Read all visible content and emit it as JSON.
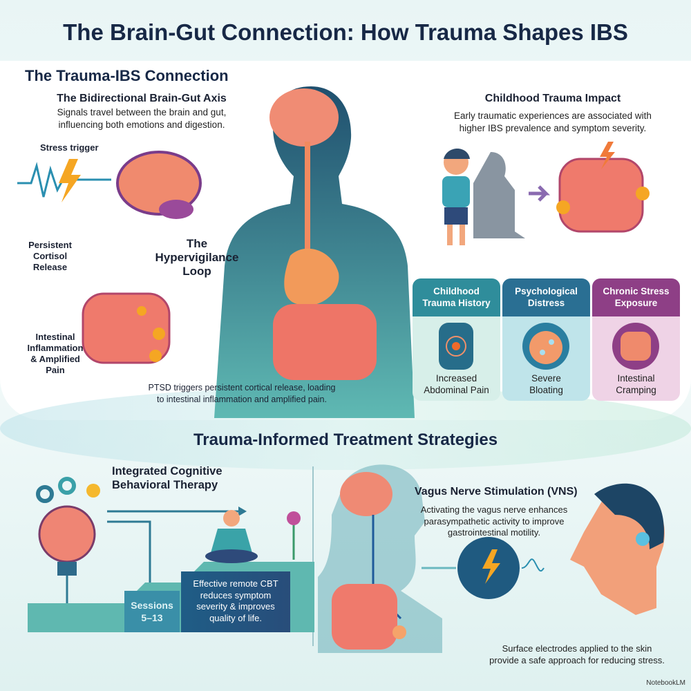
{
  "title": "The Brain-Gut Connection: How Trauma Shapes IBS",
  "connection": {
    "heading": "The Trauma-IBS Connection",
    "axis": {
      "title": "The Bidirectional Brain-Gut Axis",
      "desc": [
        "Signals travel between the brain and gut,",
        "influencing both emotions and digestion."
      ]
    },
    "stress_trigger": "Stress trigger",
    "cortisol": [
      "Persistent",
      "Cortisol",
      "Release"
    ],
    "loop": [
      "The",
      "Hypervigilance",
      "Loop"
    ],
    "inflammation": [
      "Intestinal",
      "Inflammation",
      "& Amplified",
      "Pain"
    ],
    "caption": [
      "PTSD triggers persistent cortical release, loading",
      "to intestinal inflammation and amplified pain."
    ]
  },
  "childhood": {
    "title": "Childhood Trauma Impact",
    "desc": [
      "Early traumatic experiences are associated with",
      "higher IBS prevalence and symptom severity."
    ],
    "cards": [
      {
        "header": [
          "Childhood",
          "Trauma History"
        ],
        "footer": [
          "Increased",
          "Abdominal Pain"
        ],
        "color": "#2f8d9b"
      },
      {
        "header": [
          "Psychological",
          "Distress"
        ],
        "footer": [
          "Severe",
          "Bloating"
        ],
        "color": "#2a6f93"
      },
      {
        "header": [
          "Chronic Stress",
          "Exposure"
        ],
        "footer": [
          "Intestinal",
          "Cramping"
        ],
        "color": "#8e3f86"
      }
    ]
  },
  "treatment": {
    "heading": "Trauma-Informed Treatment Strategies",
    "cbt": {
      "title": [
        "Integrated Cognitive",
        "Behavioral Therapy"
      ],
      "sessions": [
        "Sessions",
        "5–13"
      ],
      "result": [
        "Effective remote CBT",
        "reduces symptom",
        "severity & improves",
        "quality of life."
      ]
    },
    "vns": {
      "title": "Vagus Nerve Stimulation (VNS)",
      "desc": [
        "Activating the vagus nerve enhances",
        "parasympathetic activity to improve",
        "gastrointestinal motility."
      ],
      "caption": [
        "Surface electrodes applied to the skin",
        "provide a safe approach for reducing stress."
      ]
    }
  },
  "watermark": "NotebookLM"
}
